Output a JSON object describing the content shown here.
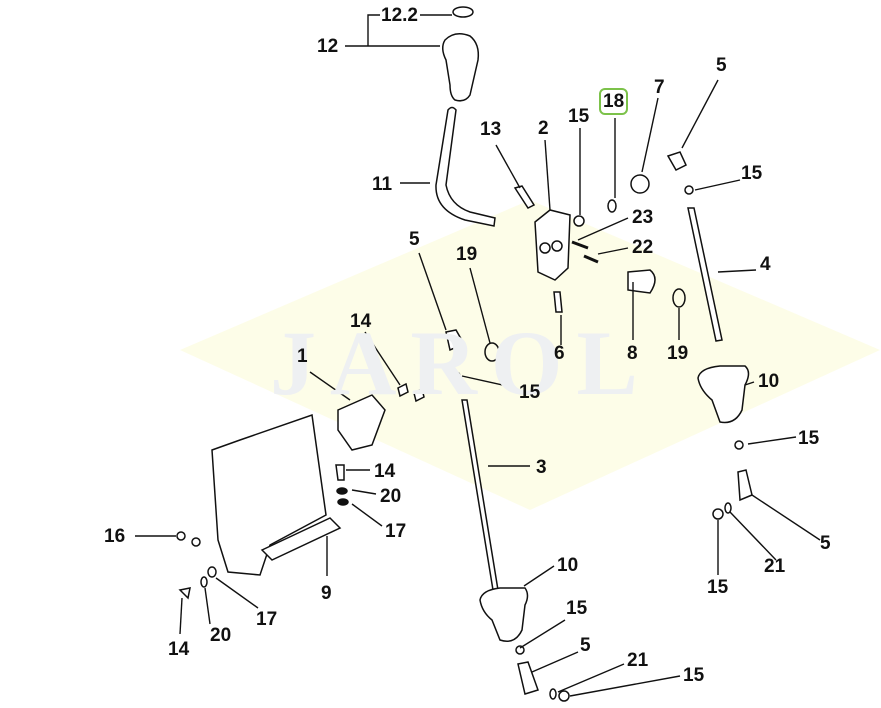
{
  "diagram": {
    "title_watermark": "JAROL",
    "accent_highlight": "#7cc24a",
    "watermark_bg": "#fdfde8",
    "parts": [
      {
        "id": "p1",
        "label": "1"
      },
      {
        "id": "p2",
        "label": "2"
      },
      {
        "id": "p3",
        "label": "3"
      },
      {
        "id": "p4",
        "label": "4"
      },
      {
        "id": "p5a",
        "label": "5"
      },
      {
        "id": "p5b",
        "label": "5"
      },
      {
        "id": "p5c",
        "label": "5"
      },
      {
        "id": "p5d",
        "label": "5"
      },
      {
        "id": "p6",
        "label": "6"
      },
      {
        "id": "p7",
        "label": "7"
      },
      {
        "id": "p8",
        "label": "8"
      },
      {
        "id": "p9",
        "label": "9"
      },
      {
        "id": "p10a",
        "label": "10"
      },
      {
        "id": "p10b",
        "label": "10"
      },
      {
        "id": "p11",
        "label": "11"
      },
      {
        "id": "p12",
        "label": "12"
      },
      {
        "id": "p12_2",
        "label": "12.2"
      },
      {
        "id": "p13",
        "label": "13"
      },
      {
        "id": "p14a",
        "label": "14"
      },
      {
        "id": "p14b",
        "label": "14"
      },
      {
        "id": "p14c",
        "label": "14"
      },
      {
        "id": "p15a",
        "label": "15"
      },
      {
        "id": "p15b",
        "label": "15"
      },
      {
        "id": "p15c",
        "label": "15"
      },
      {
        "id": "p15d",
        "label": "15"
      },
      {
        "id": "p15e",
        "label": "15"
      },
      {
        "id": "p15f",
        "label": "15"
      },
      {
        "id": "p15g",
        "label": "15"
      },
      {
        "id": "p16",
        "label": "16"
      },
      {
        "id": "p17a",
        "label": "17"
      },
      {
        "id": "p17b",
        "label": "17"
      },
      {
        "id": "p18",
        "label": "18",
        "highlighted": true
      },
      {
        "id": "p19a",
        "label": "19"
      },
      {
        "id": "p19b",
        "label": "19"
      },
      {
        "id": "p20a",
        "label": "20"
      },
      {
        "id": "p20b",
        "label": "20"
      },
      {
        "id": "p21a",
        "label": "21"
      },
      {
        "id": "p21b",
        "label": "21"
      },
      {
        "id": "p22",
        "label": "22"
      },
      {
        "id": "p23",
        "label": "23"
      }
    ]
  }
}
